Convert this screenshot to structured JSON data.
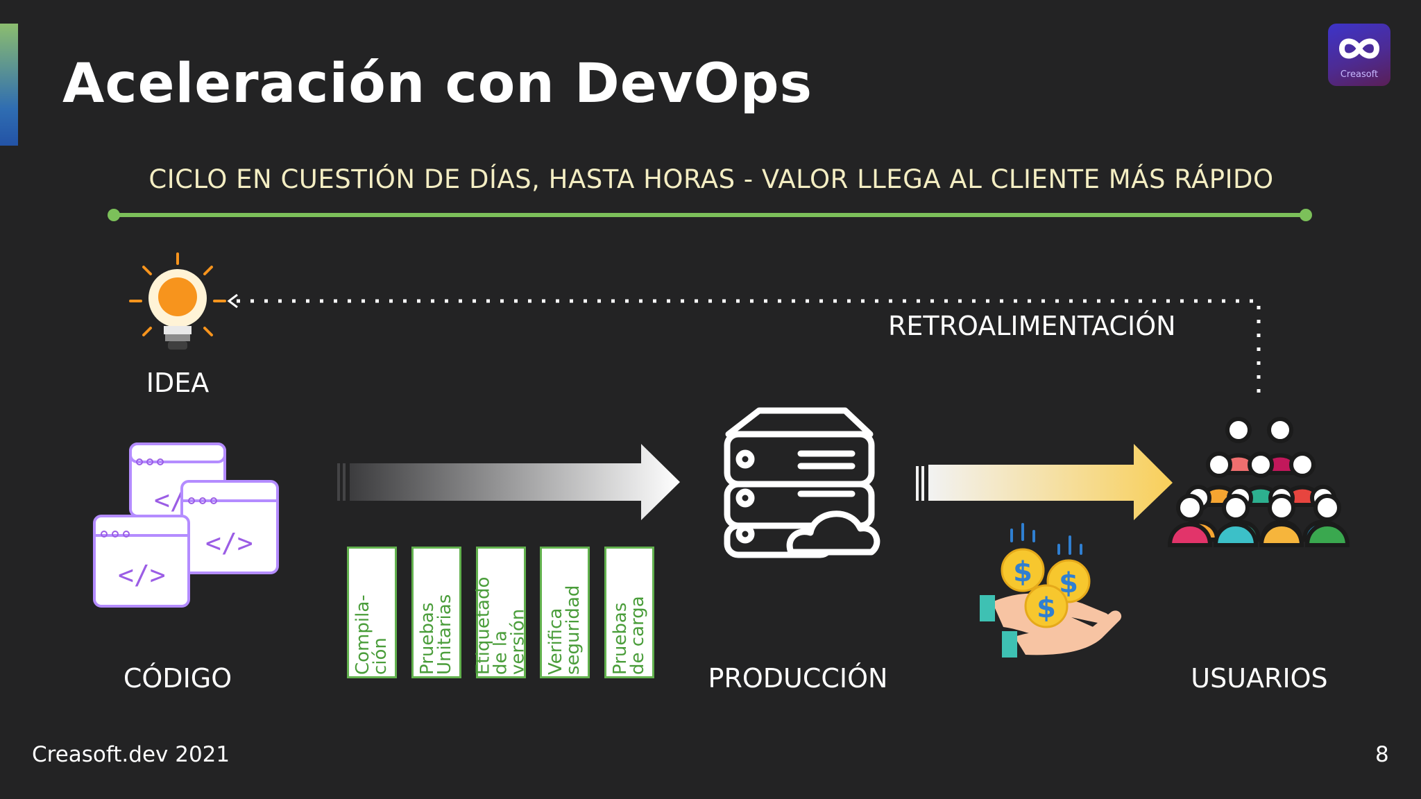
{
  "slide": {
    "title": "Aceleración con DevOps",
    "cycle_text": "CICLO EN CUESTIÓN DE DÍAS,  HASTA HORAS - VALOR LLEGA AL CLIENTE MÁS RÁPIDO",
    "feedback_label": "RETROALIMENTACIÓN",
    "idea_label": "IDEA",
    "code_label": "CÓDIGO",
    "production_label": "PRODUCCIÓN",
    "users_label": "USUARIOS",
    "stages": [
      "Compila-\nción",
      "Pruebas\nUnitarias",
      "Etiquetado\nde la\nversión",
      "Verifica\nseguridad",
      "Pruebas\nde carga"
    ],
    "footer": "Creasoft.dev 2021",
    "page_number": "8",
    "logo_text": "Creasoft"
  },
  "colors": {
    "background": "#232324",
    "timeline_green": "#7cc05a",
    "stage_border": "#62b14e",
    "stage_text": "#4a9d3a",
    "idea_bulb": "#f7941d",
    "code_window": "#9b5de5",
    "arrow_yellow": "#f8cf5a"
  },
  "icons": {
    "idea": "lightbulb-icon",
    "code": "code-windows-icon",
    "production": "server-cloud-icon",
    "money": "money-hands-icon",
    "users": "people-crowd-icon",
    "logo": "infinity-logo-icon"
  }
}
